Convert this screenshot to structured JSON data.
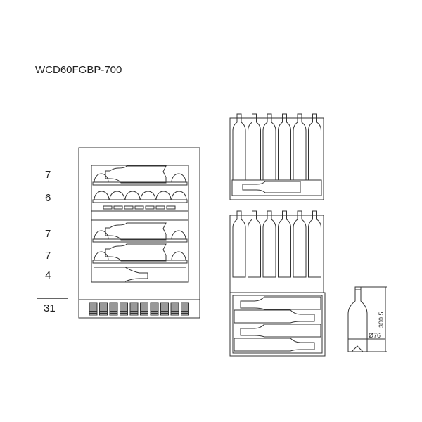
{
  "model": "WCD60FGBP-700",
  "shelf_counts": [
    "7",
    "6",
    "7",
    "7",
    "4"
  ],
  "total": "31",
  "bottle": {
    "height_label": "300.5",
    "diameter_label": "Ø76"
  }
}
